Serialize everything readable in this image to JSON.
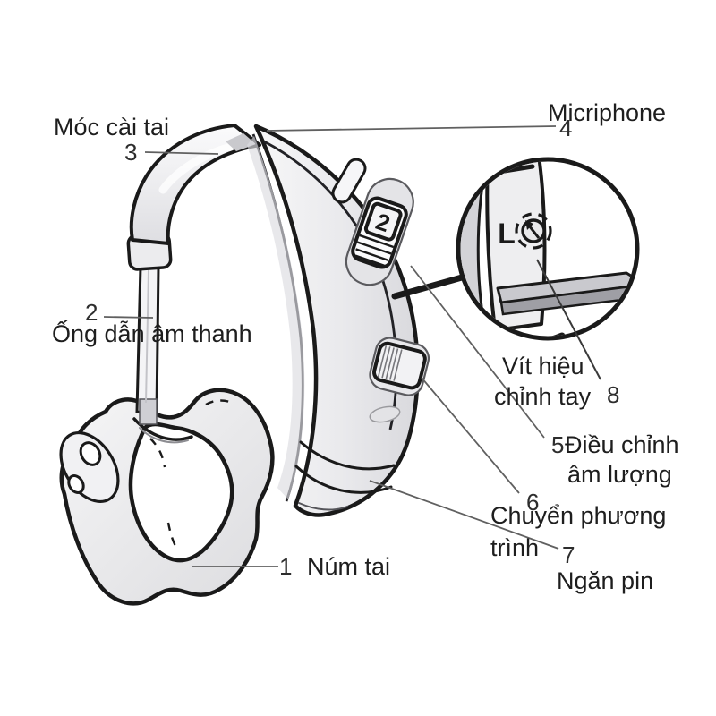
{
  "figure": {
    "title": "Hearing aid parts diagram (Vietnamese)",
    "background_color": "#ffffff",
    "outline_color": "#1a1a1a",
    "leader_line_color": "#606060",
    "device_fill": "#efeff1",
    "device_shade": "#d7d7db",
    "blade_fill": "#c9c9ce"
  },
  "labels": {
    "mic": {
      "number": "4",
      "text": "Micriphone"
    },
    "hook": {
      "number": "3",
      "text": "Móc cài tai"
    },
    "tube": {
      "number": "2",
      "text": "Ống dẫn âm thanh"
    },
    "screw": {
      "number": "8",
      "line1": "Vít hiệu",
      "line2": "chỉnh tay"
    },
    "volume": {
      "number": "5",
      "line1": "Điều chỉnh",
      "line2": "âm lượng"
    },
    "program": {
      "number": "6",
      "line1": "Chuyển phương",
      "line2": "trình"
    },
    "battery": {
      "number": "7",
      "text": "Ngăn pin"
    },
    "eartip": {
      "number": "1",
      "text": "Núm tai"
    }
  },
  "device_markings": {
    "volume_wheel_label": "2",
    "side_marking": "L"
  }
}
